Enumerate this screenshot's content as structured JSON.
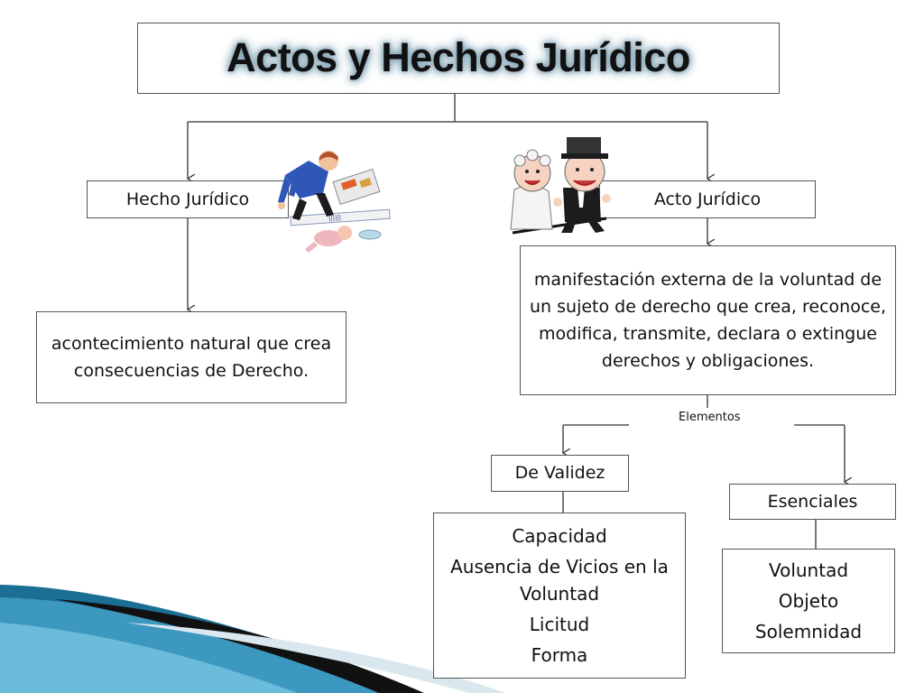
{
  "slide": {
    "title": "Actos y Hechos Jurídico",
    "hecho": {
      "label": "Hecho Jurídico",
      "definition": "acontecimiento natural que crea consecuencias de Derecho."
    },
    "acto": {
      "label": "Acto Jurídico",
      "definition": "manifestación externa de la voluntad de un sujeto de derecho que crea, reconoce, modifica, transmite, declara o extingue derechos y obligaciones."
    },
    "elementos_label": "Elementos",
    "validez": {
      "label": "De Validez",
      "items": [
        "Capacidad",
        "Ausencia de Vicios en la Voluntad",
        "Licitud",
        "Forma"
      ]
    },
    "esenciales": {
      "label": "Esenciales",
      "items": [
        "Voluntad",
        "Objeto",
        "Solemnidad"
      ]
    }
  },
  "colors": {
    "line": "#333333",
    "wave_dark": "#1b6f95",
    "wave_light": "#5fb4d6"
  },
  "icons": [
    "first-aid-scene-illustration",
    "wedding-couple-illustration"
  ]
}
